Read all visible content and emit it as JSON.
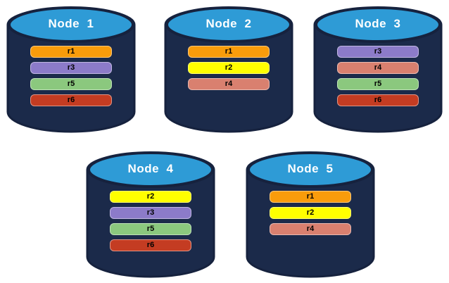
{
  "diagram": {
    "description_colors": {
      "cylinder_body": "#1B2A4A",
      "cylinder_outline": "#16223E",
      "cylinder_top": "#2E9BD6",
      "title_text": "#FFFFFF",
      "bar_text": "#000000"
    }
  },
  "colors": {
    "cylinder_body": "#1B2A4A",
    "cylinder_outline": "#16223E",
    "cylinder_top": "#2E9BD6"
  },
  "nodes": [
    {
      "label": "Node  1",
      "replicas": [
        {
          "id": "r1",
          "color": "#F99C0B"
        },
        {
          "id": "r3",
          "color": "#8C7BC9"
        },
        {
          "id": "r5",
          "color": "#8BC87E"
        },
        {
          "id": "r6",
          "color": "#C43C22"
        }
      ]
    },
    {
      "label": "Node  2",
      "replicas": [
        {
          "id": "r1",
          "color": "#F99C0B"
        },
        {
          "id": "r2",
          "color": "#FFFF00"
        },
        {
          "id": "r4",
          "color": "#D9806F"
        }
      ]
    },
    {
      "label": "Node  3",
      "replicas": [
        {
          "id": "r3",
          "color": "#8C7BC9"
        },
        {
          "id": "r4",
          "color": "#D9806F"
        },
        {
          "id": "r5",
          "color": "#8BC87E"
        },
        {
          "id": "r6",
          "color": "#C43C22"
        }
      ]
    },
    {
      "label": "Node  4",
      "replicas": [
        {
          "id": "r2",
          "color": "#FFFF00"
        },
        {
          "id": "r3",
          "color": "#8C7BC9"
        },
        {
          "id": "r5",
          "color": "#8BC87E"
        },
        {
          "id": "r6",
          "color": "#C43C22"
        }
      ]
    },
    {
      "label": "Node  5",
      "replicas": [
        {
          "id": "r1",
          "color": "#F99C0B"
        },
        {
          "id": "r2",
          "color": "#FFFF00"
        },
        {
          "id": "r4",
          "color": "#D9806F"
        }
      ]
    }
  ]
}
